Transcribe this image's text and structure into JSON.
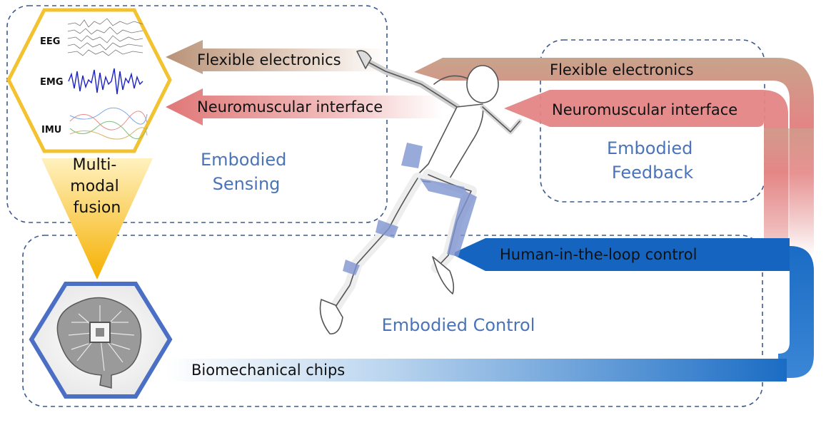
{
  "regions": {
    "sensing_title": [
      "Embodied",
      "Sensing"
    ],
    "feedback_title": [
      "Embodied",
      "Feedback"
    ],
    "control_title": "Embodied Control"
  },
  "signals": [
    "EEG",
    "EMG",
    "IMU"
  ],
  "fusion_label": [
    "Multi-",
    "modal",
    "fusion"
  ],
  "arrows": {
    "left_flexible": "Flexible electronics",
    "left_neuromuscular": "Neuromuscular interface",
    "right_flexible": "Flexible electronics",
    "right_neuromuscular": "Neuromuscular interface",
    "human_loop": "Human-in-the-loop control",
    "biomech": "Biomechanical chips"
  },
  "colors": {
    "flexible": "#c9a48c",
    "neuromuscular": "#e48585",
    "control": "#1565c0",
    "hexagon_border": "#f2c230",
    "funnel": "#f7b500",
    "chip_border": "#4a6fc4",
    "dashed_border": "#3d5a8c",
    "region_text": "#4a74b8",
    "exoskeleton": "#7f95d1"
  },
  "icons": [
    "brain-chip-icon",
    "running-human-illustration",
    "eeg-waveform-icon",
    "emg-waveform-icon",
    "imu-waveform-icon"
  ]
}
